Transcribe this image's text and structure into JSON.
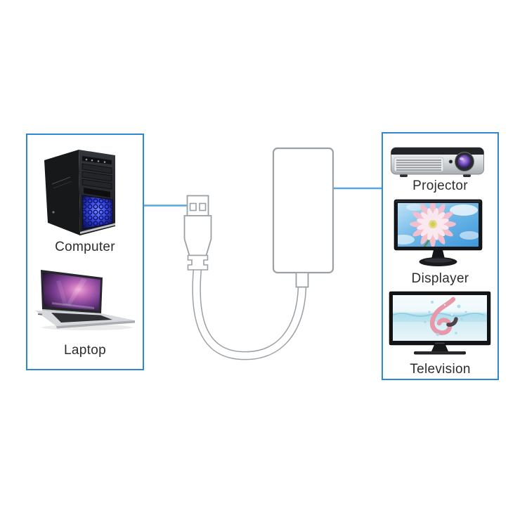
{
  "diagram": {
    "left_panel": {
      "items": [
        {
          "label": "Computer",
          "icon": "desktop-tower-icon"
        },
        {
          "label": "Laptop",
          "icon": "laptop-icon"
        }
      ]
    },
    "adapter": {
      "icon": "usb-cable-adapter-illustration"
    },
    "right_panel": {
      "items": [
        {
          "label": "Projector",
          "icon": "projector-icon"
        },
        {
          "label": "Displayer",
          "icon": "monitor-icon"
        },
        {
          "label": "Television",
          "icon": "tv-icon"
        }
      ]
    },
    "connections": [
      {
        "from": "left-panel",
        "to": "usb-plug"
      },
      {
        "from": "adapter-box",
        "to": "right-panel"
      }
    ],
    "colors": {
      "panel_border": "#2e87d2",
      "connector_line": "#58a7e2",
      "adapter_outline": "#9aa0a5",
      "label_text": "#2d2d2d",
      "background": "#ffffff"
    }
  }
}
